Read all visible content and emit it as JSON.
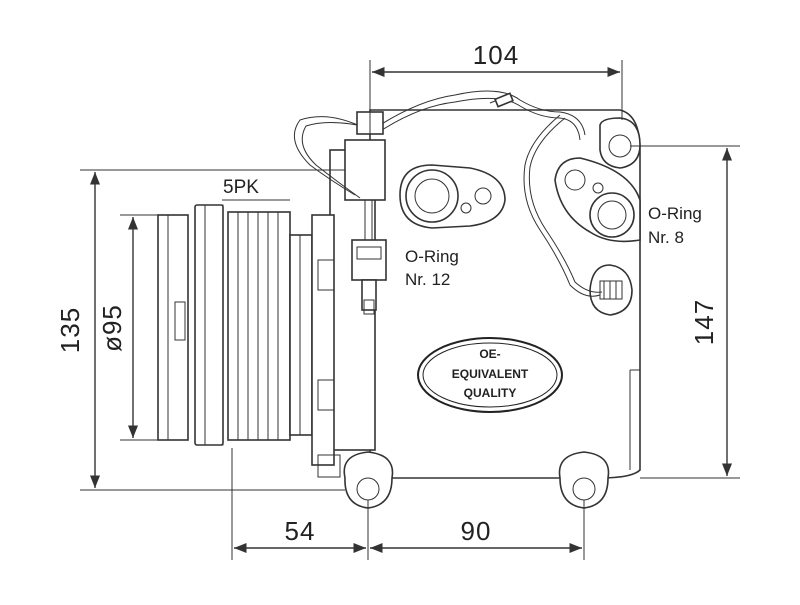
{
  "dimensions": {
    "top_width": "104",
    "left_height_outer": "135",
    "pulley_diameter": "ø95",
    "right_height": "147",
    "bottom_left": "54",
    "bottom_right": "90"
  },
  "labels": {
    "belt_profile": "5PK",
    "oring_12_line1": "O-Ring",
    "oring_12_line2": "Nr. 12",
    "oring_8_line1": "O-Ring",
    "oring_8_line2": "Nr. 8"
  },
  "badge": {
    "line1": "OE-",
    "line2": "EQUIVALENT",
    "line3": "QUALITY"
  }
}
